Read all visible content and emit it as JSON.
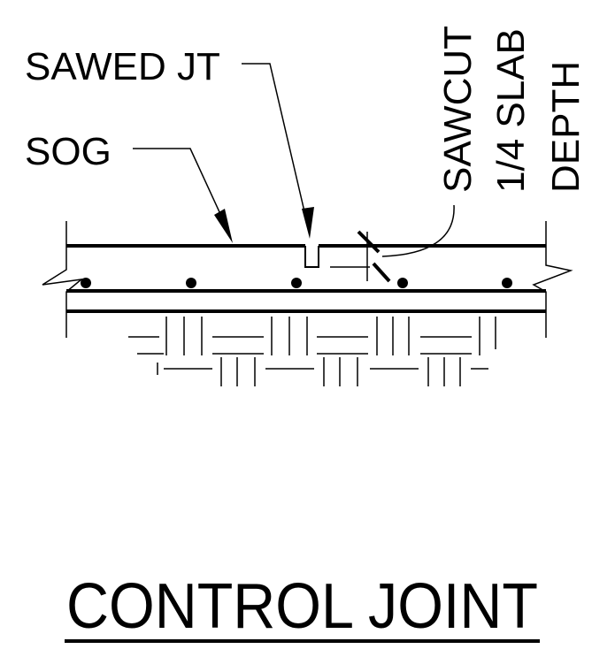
{
  "labels": {
    "sawed_jt": "SAWED JT",
    "sog": "SOG",
    "sawcut_line1": "SAWCUT",
    "sawcut_line2": "1/4 SLAB",
    "sawcut_line3": "DEPTH"
  },
  "title": "CONTROL JOINT",
  "colors": {
    "ink": "#000000",
    "background": "#ffffff"
  }
}
